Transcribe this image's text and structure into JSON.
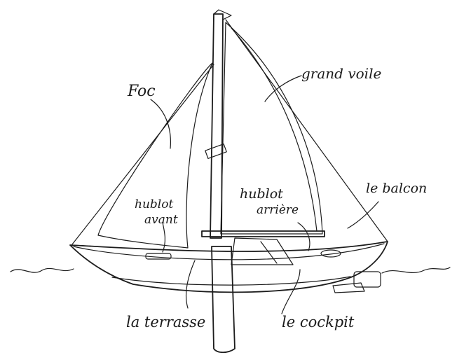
{
  "labels": {
    "foc": "Foc",
    "grand_voile": "grand voile",
    "hublot_avant_1": "hublot",
    "hublot_avant_2": "avant",
    "hublot_arriere_1": "hublot",
    "hublot_arriere_2": "arrière",
    "le_balcon": "le balcon",
    "la_terrasse": "la terrasse",
    "le_cockpit": "le cockpit"
  },
  "colors": {
    "ink": "#1c1c1c",
    "background": "#ffffff"
  }
}
